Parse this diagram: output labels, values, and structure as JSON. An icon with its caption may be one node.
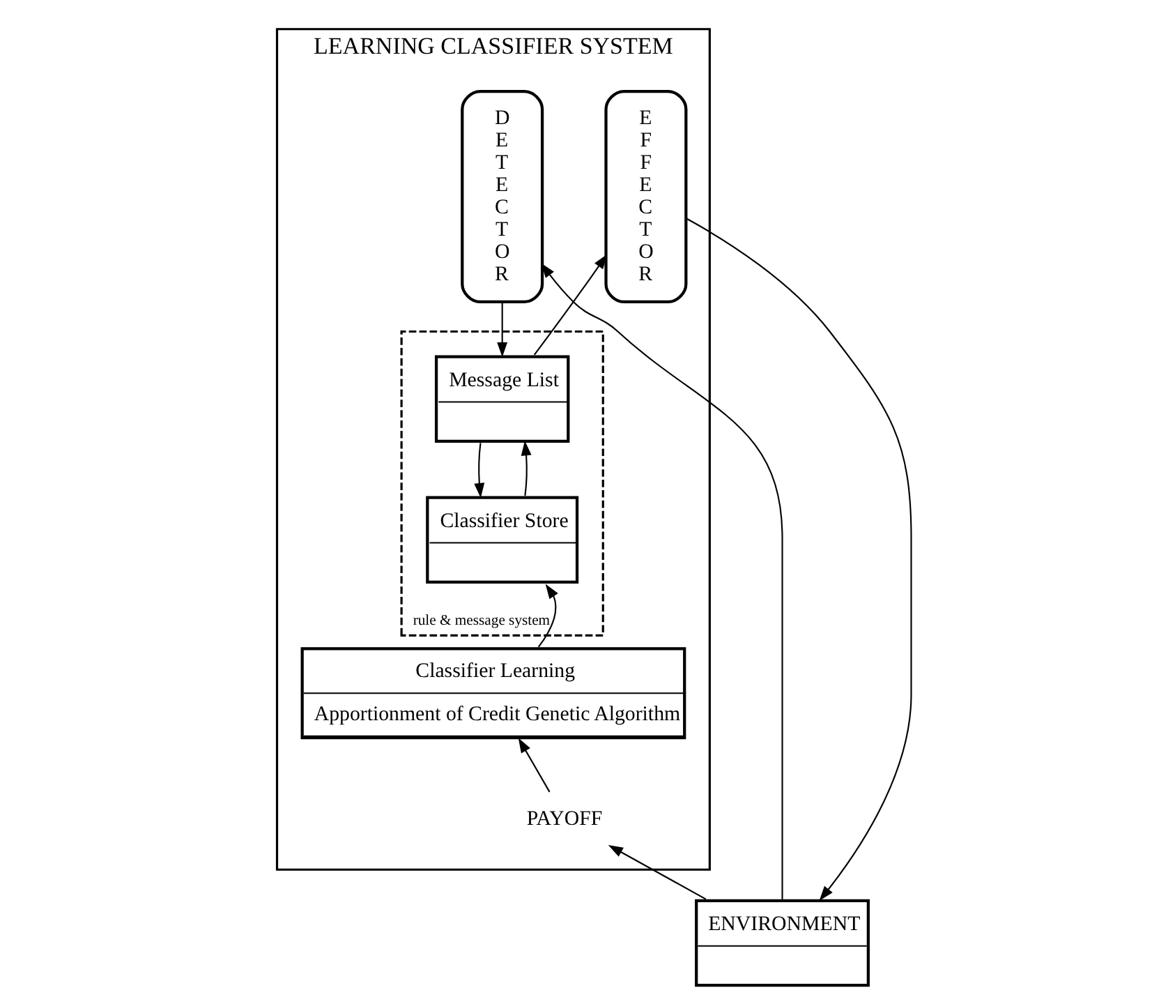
{
  "diagram": {
    "nodes": [
      {
        "text": [
          "LEARNING CLASSIFIER SYSTEM"
        ]
      },
      {
        "text": [
          "D E T E C T O R"
        ],
        "in": 0
      },
      {
        "text": [
          "rule & message system"
        ],
        "in": 0
      },
      {
        "text": [
          "Message List"
        ],
        "in": 2
      },
      {
        "text": [
          "Classifier Store"
        ],
        "in": 2
      },
      {
        "text": [
          "E F F E C T O R"
        ],
        "in": 0
      },
      {
        "text": [
          "Classifier Learning",
          "Apportionment of Credit Genetic Algorithm"
        ],
        "in": 0
      },
      {
        "text": [
          "PAYOFF"
        ],
        "in": 0
      },
      {
        "text": [
          "ENVIRONMENT"
        ]
      }
    ],
    "edges": [
      {
        "from": 1,
        "to": 3,
        "arrow": "to"
      },
      {
        "from": 3,
        "to": 5,
        "arrow": "to"
      },
      {
        "from": 3,
        "to": 4,
        "arrow": "to"
      },
      {
        "from": 4,
        "to": 3,
        "arrow": "to"
      },
      {
        "from": 6,
        "to": 4,
        "arrow": "to"
      },
      {
        "from": 7,
        "to": 6,
        "arrow": "to"
      },
      {
        "from": 8,
        "to": 7,
        "arrow": "to"
      },
      {
        "from": 8,
        "to": 1,
        "arrow": "to"
      },
      {
        "from": 5,
        "to": 8,
        "arrow": "to"
      }
    ]
  }
}
